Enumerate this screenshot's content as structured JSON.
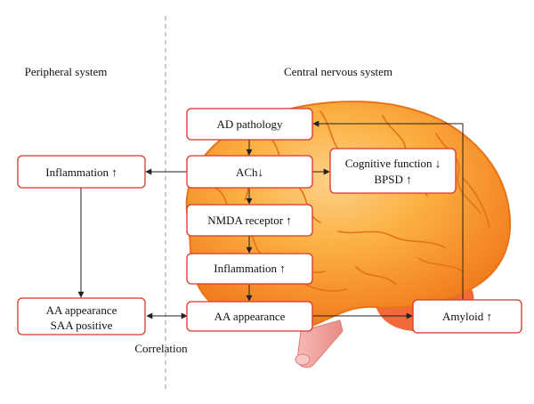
{
  "headers": {
    "peripheral": "Peripheral system",
    "central": "Central nervous system"
  },
  "nodes": {
    "ad_pathology": "AD pathology",
    "ach": "ACh↓",
    "cognitive_line1": "Cognitive function ↓",
    "cognitive_line2": "BPSD ↑",
    "nmda": "NMDA receptor ↑",
    "inflammation_cns": "Inflammation ↑",
    "aa_cns": "AA appearance",
    "amyloid": "Amyloid ↑",
    "inflammation_periph": "Inflammation ↑",
    "aa_periph_line1": "AA appearance",
    "aa_periph_line2": "SAA positive"
  },
  "edge_labels": {
    "correlation": "Correlation"
  },
  "colors": {
    "box_border": "#d9352b",
    "brain_base": "#f7941d",
    "brain_light": "#fbb040",
    "brain_shadow": "#f15a24",
    "brainstem": "#f4a6a6",
    "divider": "#9a9a9a"
  }
}
